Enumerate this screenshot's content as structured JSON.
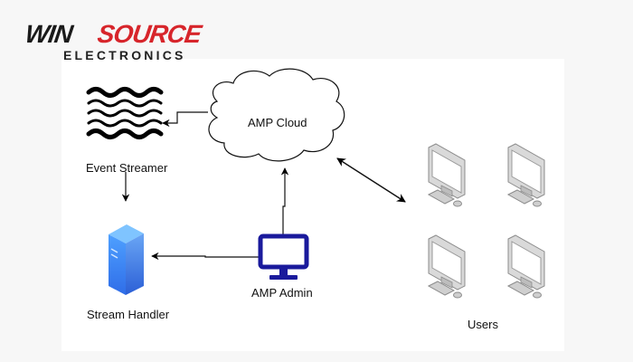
{
  "logo": {
    "brand_left": "WIN",
    "brand_right": "SOURCE",
    "subtitle": "ELECTRONICS",
    "colors": {
      "dark": "#1a1a1a",
      "red": "#d7252b"
    }
  },
  "nodes": {
    "event_streamer": {
      "label": "Event Streamer",
      "icon": "wave-stream-icon"
    },
    "amp_cloud": {
      "label": "AMP Cloud",
      "icon": "cloud-icon"
    },
    "stream_handler": {
      "label": "Stream Handler",
      "icon": "server-icon",
      "color": "#3d7ff0"
    },
    "amp_admin": {
      "label": "AMP Admin",
      "icon": "monitor-icon",
      "color": "#1a1a9c"
    },
    "users": {
      "label": "Users",
      "icon": "desktop-computer-icon",
      "count": 4
    }
  },
  "edges": [
    {
      "from": "AMP Cloud",
      "to": "Event Streamer",
      "direction": "one-way"
    },
    {
      "from": "Event Streamer",
      "to": "Stream Handler",
      "direction": "one-way"
    },
    {
      "from": "AMP Admin",
      "to": "Stream Handler",
      "direction": "one-way"
    },
    {
      "from": "AMP Admin",
      "to": "AMP Cloud",
      "direction": "one-way"
    },
    {
      "from": "AMP Cloud",
      "to": "Users",
      "direction": "two-way"
    }
  ]
}
